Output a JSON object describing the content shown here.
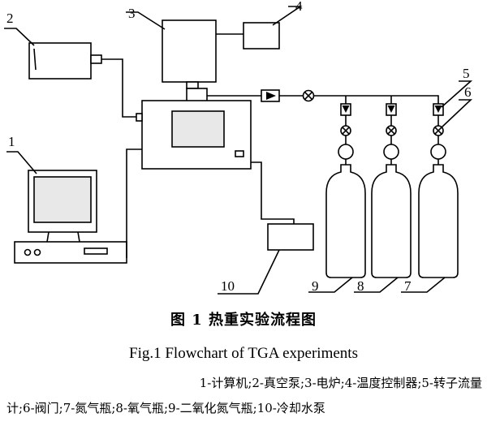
{
  "diagram": {
    "labels": {
      "computer": "1",
      "vacuum_pump": "2",
      "furnace": "3",
      "temp_controller": "4",
      "flowmeter": "5",
      "valve": "6",
      "cyl_7": "7",
      "cyl_8": "8",
      "cyl_9": "9",
      "cooling_pump": "10"
    }
  },
  "caption": {
    "title_cn": "图 1    热重实验流程图",
    "title_en": "Fig.1  Flowchart of TGA experiments",
    "legend_line1": "1-计算机;2-真空泵;3-电炉;4-温度控制器;5-转子流量",
    "legend_line2": "计;6-阀门;7-氮气瓶;8-氧气瓶;9-二氧化氮气瓶;10-冷却水泵"
  }
}
